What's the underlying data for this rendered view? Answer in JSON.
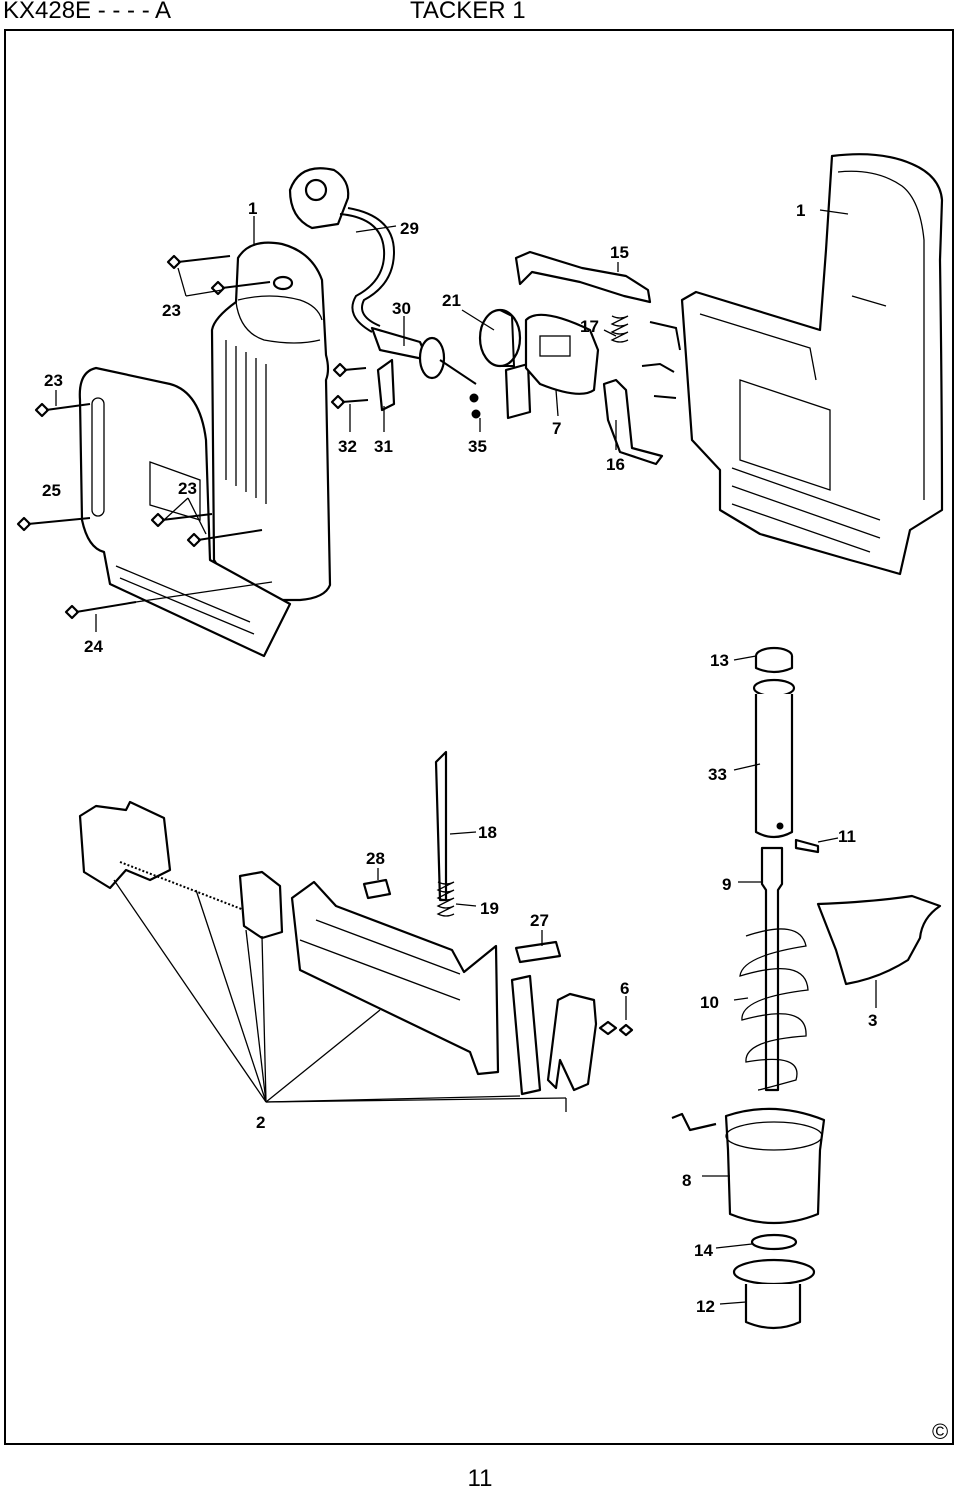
{
  "header": {
    "model": "KX428E - - - - A",
    "title": "TACKER 1"
  },
  "footer": {
    "page_number": "11",
    "copyright_symbol": "©"
  },
  "callouts": [
    {
      "id": "c1a",
      "text": "1"
    },
    {
      "id": "c1b",
      "text": "1"
    },
    {
      "id": "c2",
      "text": "2"
    },
    {
      "id": "c3",
      "text": "3"
    },
    {
      "id": "c6",
      "text": "6"
    },
    {
      "id": "c7",
      "text": "7"
    },
    {
      "id": "c8",
      "text": "8"
    },
    {
      "id": "c9",
      "text": "9"
    },
    {
      "id": "c10",
      "text": "10"
    },
    {
      "id": "c11",
      "text": "11"
    },
    {
      "id": "c12",
      "text": "12"
    },
    {
      "id": "c13",
      "text": "13"
    },
    {
      "id": "c14",
      "text": "14"
    },
    {
      "id": "c15",
      "text": "15"
    },
    {
      "id": "c16",
      "text": "16"
    },
    {
      "id": "c17",
      "text": "17"
    },
    {
      "id": "c18",
      "text": "18"
    },
    {
      "id": "c19",
      "text": "19"
    },
    {
      "id": "c21",
      "text": "21"
    },
    {
      "id": "c23a",
      "text": "23"
    },
    {
      "id": "c23b",
      "text": "23"
    },
    {
      "id": "c23c",
      "text": "23"
    },
    {
      "id": "c24",
      "text": "24"
    },
    {
      "id": "c25",
      "text": "25"
    },
    {
      "id": "c27",
      "text": "27"
    },
    {
      "id": "c28",
      "text": "28"
    },
    {
      "id": "c29",
      "text": "29"
    },
    {
      "id": "c30",
      "text": "30"
    },
    {
      "id": "c31",
      "text": "31"
    },
    {
      "id": "c32",
      "text": "32"
    },
    {
      "id": "c33",
      "text": "33"
    },
    {
      "id": "c35",
      "text": "35"
    }
  ]
}
